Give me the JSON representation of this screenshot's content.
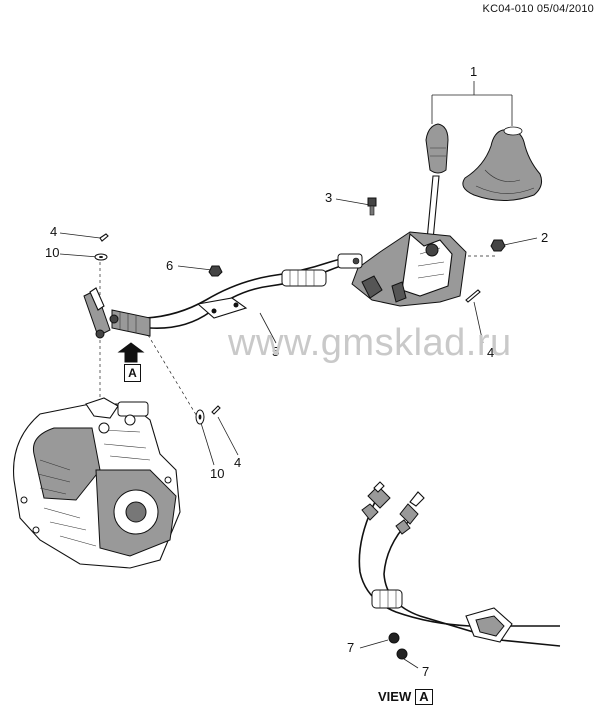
{
  "drawing_code": "KC04-010 05/04/2010",
  "watermark": "www.gmsklad.ru",
  "view_label": "VIEW",
  "view_letter": "A",
  "arrow_letter": "A",
  "callouts": {
    "c1": "1",
    "c2": "2",
    "c3": "3",
    "c4_top": "4",
    "c10_top": "10",
    "c6": "6",
    "c5": "5",
    "c4_right": "4",
    "c10_bottom": "10",
    "c4_bottom": "4",
    "c7_top": "7",
    "c7_bottom": "7"
  }
}
